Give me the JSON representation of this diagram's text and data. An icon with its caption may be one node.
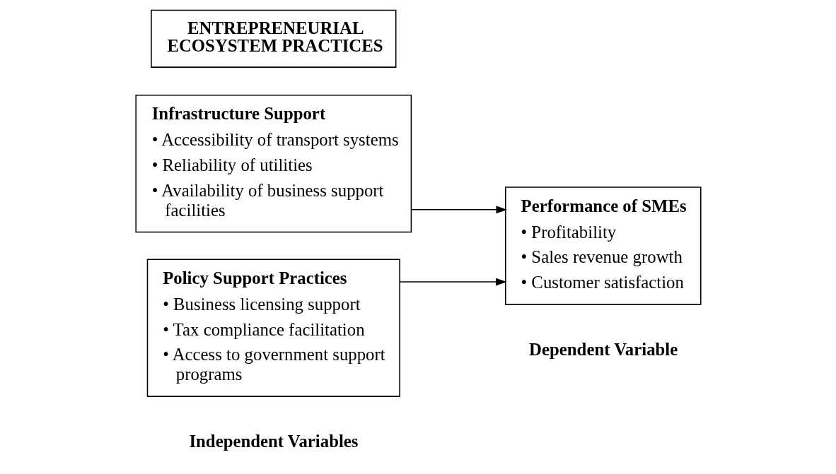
{
  "diagram": {
    "nodes": [
      {
        "text": [
          "ENTREPRENEURIAL ECOSYSTEM PRACTICES"
        ]
      },
      {
        "text": [
          "Infrastructure Support",
          "• Accessibility of transport systems",
          "• Reliability of utilities",
          "• Availability of business support facilities"
        ]
      },
      {
        "text": [
          "Policy Support Practices",
          "• Business licensing support",
          "• Tax compliance facilitation",
          "• Access to government support programs"
        ]
      },
      {
        "text": [
          "Performance of SMEs",
          "• Profitability",
          "• Sales revenue growth",
          "• Customer satisfaction"
        ],
        "beside": [
          "Dependent Variable"
        ]
      }
    ],
    "edges": [
      {
        "from": 1,
        "to": 3,
        "arrow": "to"
      },
      {
        "from": 2,
        "to": 3,
        "arrow": "to"
      }
    ],
    "labels": [
      "Independent Variables"
    ]
  }
}
